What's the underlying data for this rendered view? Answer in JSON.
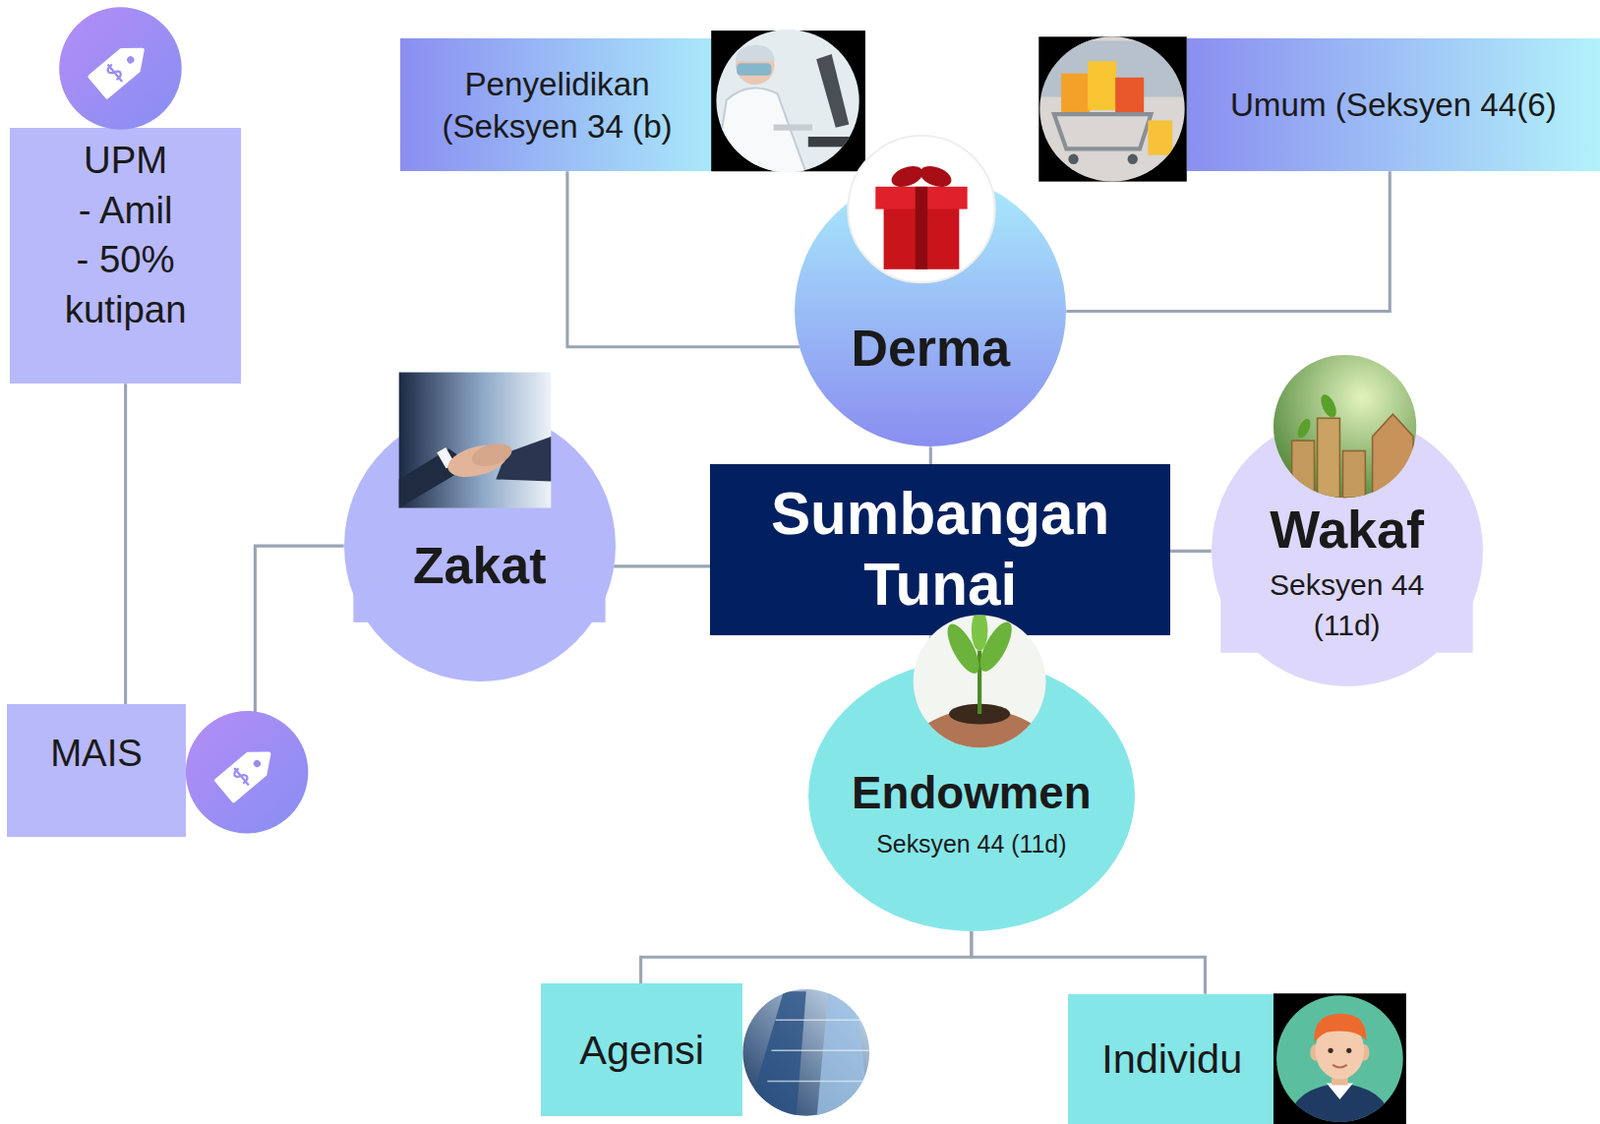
{
  "diagram": {
    "nodes": [
      {
        "text": [
          "Penyelidikan (Seksyen 34 (b)"
        ]
      },
      {
        "text": [
          "Umum (Seksyen 44(6)"
        ]
      },
      {
        "text": [
          "UPM",
          "- Amil",
          "- 50% kutipan"
        ]
      },
      {
        "text": [
          "Derma"
        ]
      },
      {
        "text": [
          "Zakat"
        ]
      },
      {
        "text": [
          "Sumbangan Tunai"
        ]
      },
      {
        "text": [
          "Wakaf",
          "Seksyen 44 (11d)"
        ]
      },
      {
        "text": [
          "MAIS"
        ]
      },
      {
        "text": [
          "Endowmen",
          "Seksyen 44 (11d)"
        ]
      },
      {
        "text": [
          "Agensi"
        ]
      },
      {
        "text": [
          "Individu"
        ]
      }
    ],
    "edges": [
      {
        "from": 0,
        "to": 3,
        "arrow": "none"
      },
      {
        "from": 1,
        "to": 3,
        "arrow": "none"
      },
      {
        "from": 5,
        "to": 3,
        "arrow": "none"
      },
      {
        "from": 5,
        "to": 4,
        "arrow": "none"
      },
      {
        "from": 5,
        "to": 6,
        "arrow": "none"
      },
      {
        "from": 5,
        "to": 8,
        "arrow": "none"
      },
      {
        "from": 4,
        "to": 7,
        "arrow": "none"
      },
      {
        "from": 2,
        "to": 7,
        "arrow": "none"
      },
      {
        "from": 8,
        "to": 9,
        "arrow": "none"
      },
      {
        "from": 8,
        "to": 10,
        "arrow": "none"
      }
    ]
  }
}
